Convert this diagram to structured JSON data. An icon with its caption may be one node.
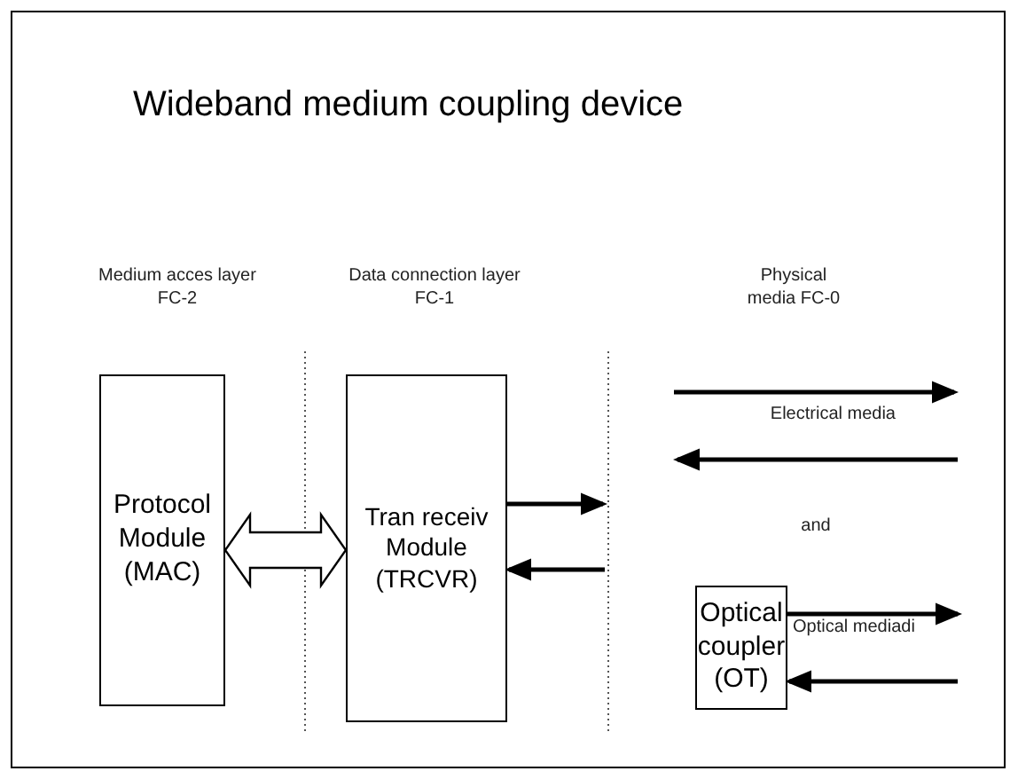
{
  "diagram": {
    "title": "Wideband medium coupling device",
    "nodes": [
      {
        "text": [
          "Protocol Module (MAC)"
        ]
      },
      {
        "text": [
          "Tran receiv Module (TRCVR)"
        ]
      },
      {
        "text": [
          "Optical coupler (OT)"
        ]
      }
    ],
    "edges": [
      {
        "from": 0,
        "to": 1,
        "arrow": "both",
        "style": "thick"
      },
      {
        "from": 1,
        "to": null,
        "arrow": "to"
      },
      {
        "from": null,
        "to": 1,
        "arrow": "to"
      },
      {
        "from": 2,
        "to": null,
        "arrow": "to"
      },
      {
        "from": null,
        "to": 2,
        "arrow": "to"
      }
    ],
    "labels": [
      "Medium acces layer FC-2",
      "Data connection layer FC-1",
      "Physical media FC-0",
      "Electrical media",
      "and",
      "Optical mediadi"
    ]
  }
}
